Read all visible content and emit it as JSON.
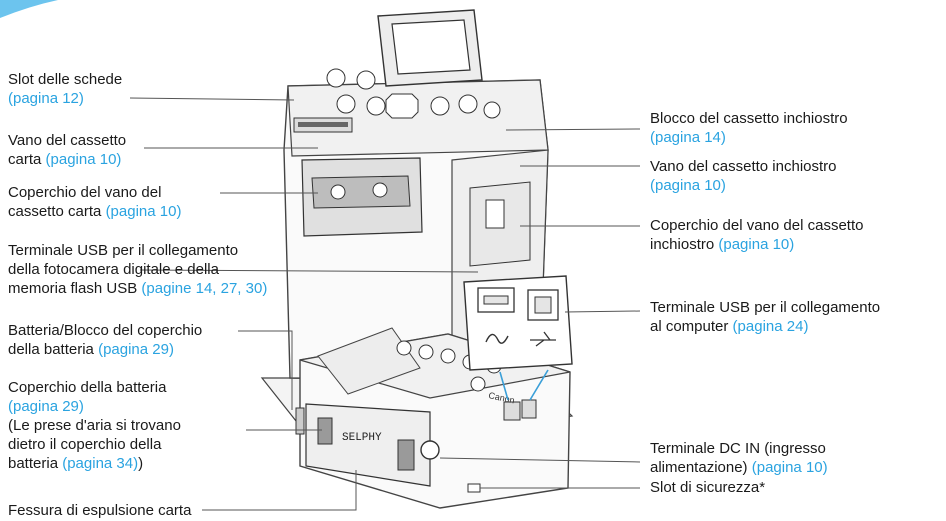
{
  "labels": {
    "card_slot": {
      "text": "Slot delle schede",
      "ref": "(pagina 12)"
    },
    "paper_bay": {
      "text": "Vano del cassetto\ncarta",
      "ref": "(pagina 10)"
    },
    "paper_cover": {
      "text": "Coperchio del vano del\ncassetto carta",
      "ref": "(pagina 10)"
    },
    "usb_camera": {
      "text": "Terminale USB per il collegamento\ndella fotocamera digitale e della\nmemoria flash USB",
      "ref": "(pagine 14, 27, 30)"
    },
    "battery_lock": {
      "text": "Batteria/Blocco del coperchio\ndella batteria",
      "ref": "(pagina 29)"
    },
    "battery_cover": {
      "text": "Coperchio della batteria",
      "ref": "(pagina 29)"
    },
    "vent_note": {
      "text": "(Le prese d'aria si trovano\ndietro il coperchio della\nbatteria",
      "ref": "(pagina 34)",
      "close": ")"
    },
    "paper_exit": {
      "text": "Fessura di espulsione carta"
    },
    "ink_lock": {
      "text": "Blocco del cassetto inchiostro",
      "ref": "(pagina 14)"
    },
    "ink_bay": {
      "text": "Vano del cassetto inchiostro",
      "ref": "(pagina 10)"
    },
    "ink_cover": {
      "text": "Coperchio del vano del cassetto\ninchiostro",
      "ref": "(pagina 10)"
    },
    "usb_computer": {
      "text": "Terminale USB per il collegamento\nal computer",
      "ref": "(pagina 24)"
    },
    "dc_in": {
      "text": "Terminale DC IN (ingresso\nalimentazione)",
      "ref": "(pagina 10)"
    },
    "security_slot": {
      "text": "Slot di sicurezza*"
    }
  },
  "device": {
    "brand": "Canon",
    "model": "SELPHY"
  },
  "colors": {
    "link": "#2aa3e0",
    "line": "#555555",
    "accent": "#3a9fd8"
  }
}
